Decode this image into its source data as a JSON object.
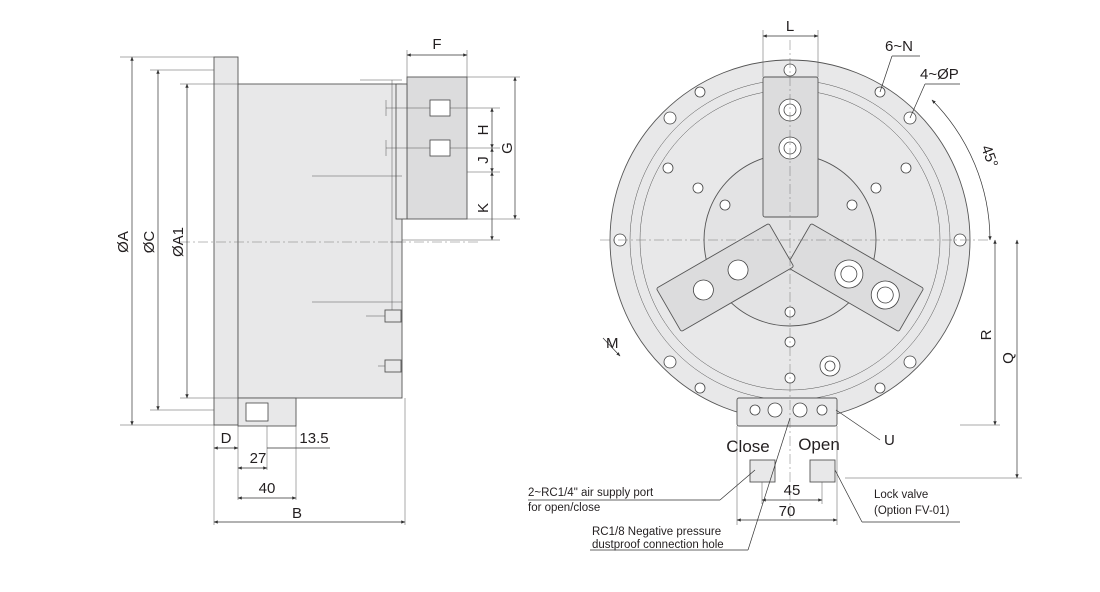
{
  "side_view": {
    "dims": {
      "dA": "ØA",
      "dC": "ØC",
      "dA1": "ØA1",
      "F": "F",
      "H": "H",
      "J": "J",
      "G": "G",
      "K": "K",
      "D": "D",
      "d13": "13.5",
      "d27": "27",
      "d40": "40",
      "B": "B"
    }
  },
  "front_view": {
    "dims": {
      "L": "L",
      "N": "6~N",
      "P": "4~ØP",
      "angle": "45°",
      "R": "R",
      "Q": "Q",
      "M": "M",
      "U": "U",
      "d45": "45",
      "d70": "70"
    },
    "port_labels": {
      "close": "Close",
      "open": "Open"
    }
  },
  "callouts": {
    "air_port_1": "2~RC1/4\" air supply port",
    "air_port_2": "for open/close",
    "neg_1": "RC1/8 Negative pressure",
    "neg_2": "dustproof connection hole",
    "lock_1": "Lock valve",
    "lock_2": "(Option FV-01)"
  }
}
